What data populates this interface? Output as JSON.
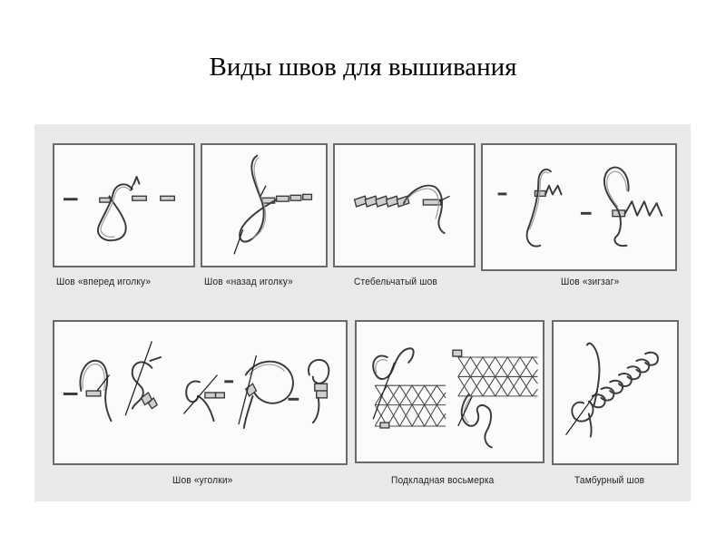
{
  "page": {
    "title": "Виды швов для вышивания"
  },
  "captions": {
    "forward": "Шов «вперед иголку»",
    "back": "Шов «назад иголку»",
    "stem": "Стебельчатый шов",
    "zigzag": "Шов «зигзаг»",
    "corners": "Шов «уголки»",
    "eight": "Подкладная восьмерка",
    "chain": "Тамбурный шов"
  }
}
